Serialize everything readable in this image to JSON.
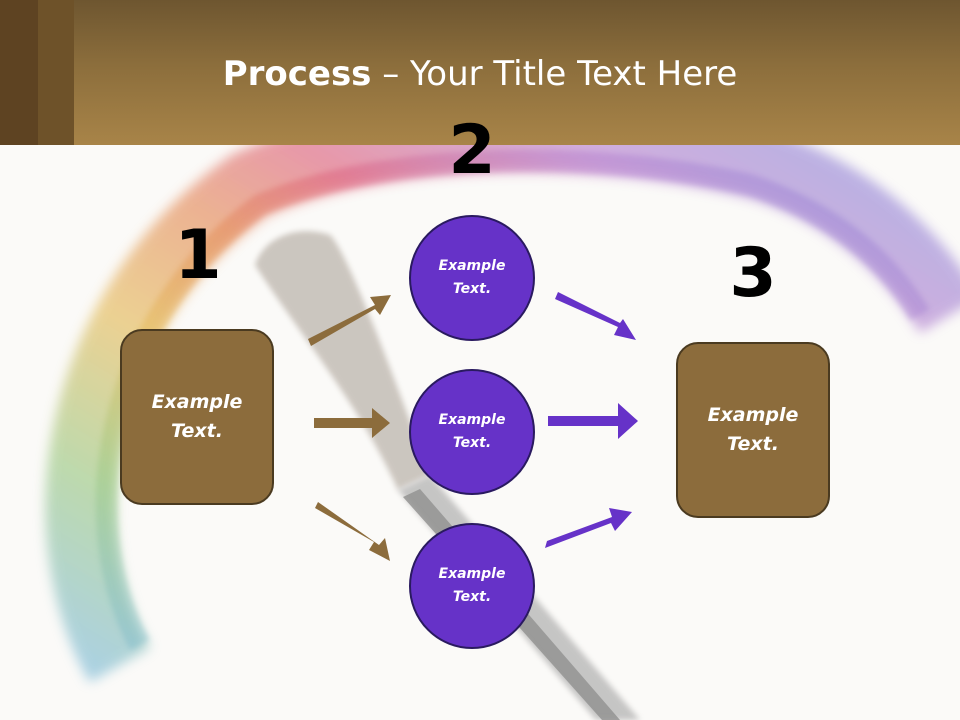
{
  "slide": {
    "title_bold": "Process",
    "title_rest": " – Your Title Text Here"
  },
  "steps": [
    {
      "number": "1",
      "box_text": "Example Text."
    },
    {
      "number": "2"
    },
    {
      "number": "3",
      "box_text": "Example Text."
    }
  ],
  "circles": [
    {
      "text": "Example Text."
    },
    {
      "text": "Example Text."
    },
    {
      "text": "Example Text."
    }
  ],
  "colors": {
    "header": "#8c6e3c",
    "box_fill": "#8c6c3c",
    "circle_fill": "#6632c8",
    "arrow_brown": "#8c6c3c",
    "arrow_purple": "#6632c8"
  }
}
